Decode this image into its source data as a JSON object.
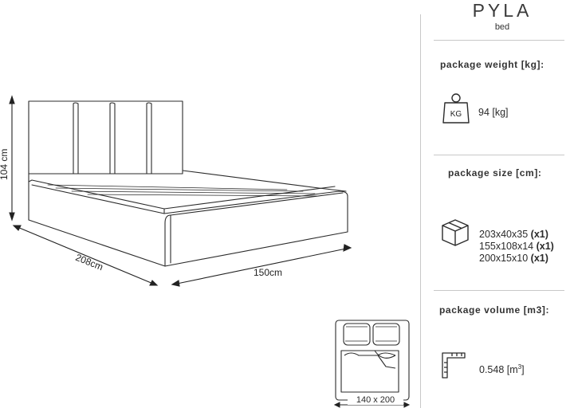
{
  "product": {
    "name": "PYLA",
    "type": "bed"
  },
  "dimensions": {
    "height": "104 cm",
    "length": "208cm",
    "width": "150cm"
  },
  "weight": {
    "heading": "package weight [kg]:",
    "icon": "weight-kg-icon",
    "icon_text": "KG",
    "value": "94 [kg]"
  },
  "size": {
    "heading": "package size [cm]:",
    "icon": "box-icon",
    "packages": [
      {
        "dims": "203x40x35",
        "qty": "(x1)"
      },
      {
        "dims": "155x108x14",
        "qty": "(x1)"
      },
      {
        "dims": "200x15x10",
        "qty": "(x1)"
      }
    ]
  },
  "volume": {
    "heading": "package volume [m3]:",
    "icon": "ruler-corner-icon",
    "value": "0.548 [m",
    "unit_sup": "3",
    "value_end": "]"
  },
  "mattress": {
    "label": "140 x 200"
  }
}
